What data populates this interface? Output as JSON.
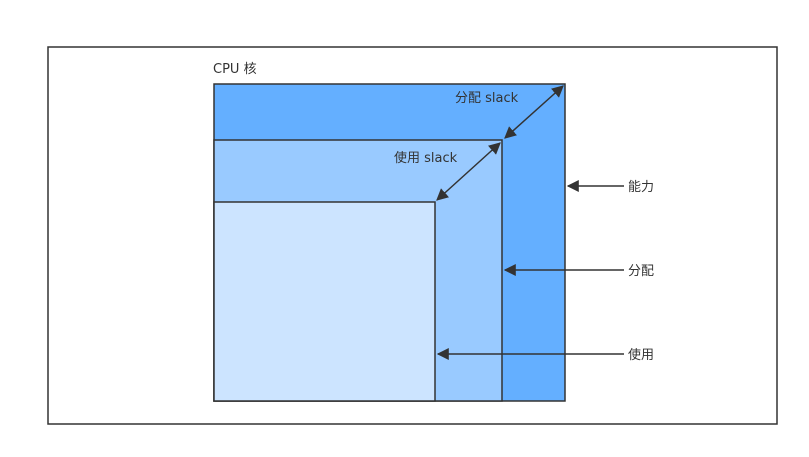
{
  "diagram": {
    "title": "CPU 核",
    "labels": {
      "allocation_slack": "分配 slack",
      "usage_slack": "使用 slack",
      "capacity": "能力",
      "allocation": "分配",
      "usage": "使用"
    },
    "colors": {
      "capacity_fill": "#64afff",
      "allocation_fill": "#99caff",
      "usage_fill": "#cce4ff",
      "stroke": "#333333",
      "arrow": "#333333",
      "frame": "#333333",
      "background": "#ffffff"
    }
  }
}
